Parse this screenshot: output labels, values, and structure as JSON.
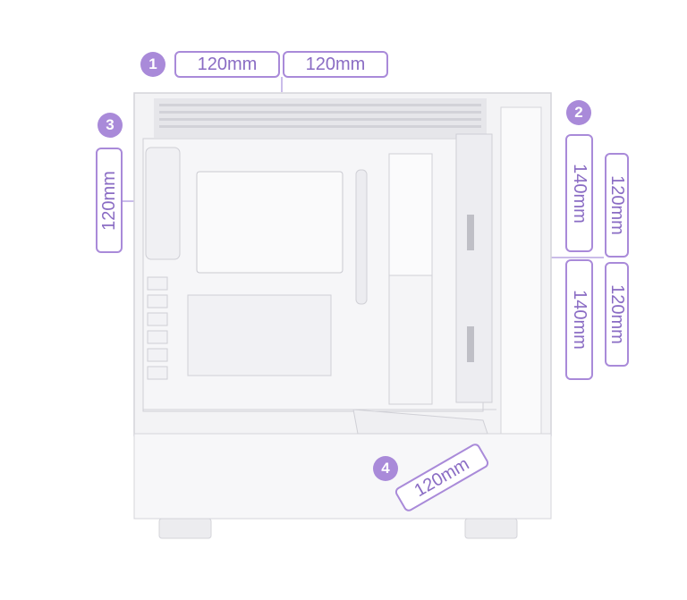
{
  "positions": [
    {
      "number": "1",
      "labels": [
        "120mm",
        "120mm"
      ]
    },
    {
      "number": "2",
      "labels": [
        "140mm",
        "140mm",
        "120mm",
        "120mm"
      ]
    },
    {
      "number": "3",
      "labels": [
        "120mm"
      ]
    },
    {
      "number": "4",
      "labels": [
        "120mm"
      ]
    }
  ],
  "colors": {
    "accent": "#a98ad9",
    "accent_text": "#8a6cc4",
    "case": "#f4f4f6",
    "case_shadow": "#d9d9de"
  }
}
